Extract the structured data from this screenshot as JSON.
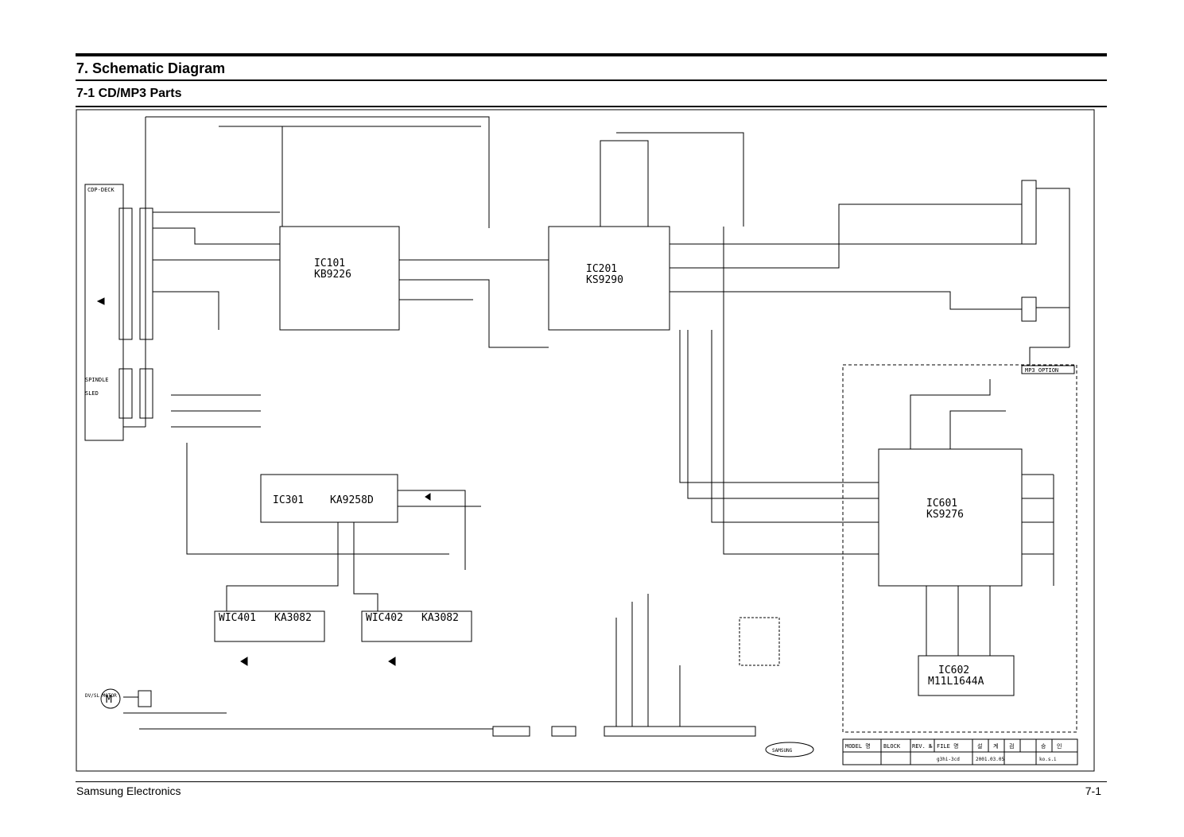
{
  "header": {
    "title": "7. Schematic Diagram",
    "subtitle": "7-1 CD/MP3 Parts"
  },
  "footer": {
    "company": "Samsung Electronics",
    "page": "7-1"
  },
  "schematic": {
    "deck_label": "CDP-DECK",
    "motor_symbol": "M",
    "motor_label": "DV/SL MOTOR",
    "spindle_label": "SPINDLE",
    "sled_label": "SLED",
    "mp3_option_label": "MP3 OPTION",
    "chips": {
      "ic101": {
        "ref": "IC101",
        "part": "KB9226"
      },
      "ic201": {
        "ref": "IC201",
        "part": "KS9290"
      },
      "ic301": {
        "ref": "IC301",
        "part": "KA9258D"
      },
      "ic601": {
        "ref": "IC601",
        "part": "KS9276"
      },
      "ic602": {
        "ref": "IC602",
        "part": "M11L1644A"
      },
      "wic401": {
        "ref": "WIC401",
        "part": "KA3082"
      },
      "wic402": {
        "ref": "WIC402",
        "part": "KA3082"
      }
    },
    "title_block": {
      "model": "MODEL 명",
      "block": "BLOCK",
      "rev": "REV. №",
      "file": "FILE 명",
      "col5": "설",
      "col6": "계",
      "col7": "검",
      "col8": "승",
      "col9": "인",
      "file_value": "g3hi-3cd",
      "date_value": "2001.03.05",
      "designer_value": "ko.s.i",
      "logo_text": "SAMSUNG"
    }
  }
}
